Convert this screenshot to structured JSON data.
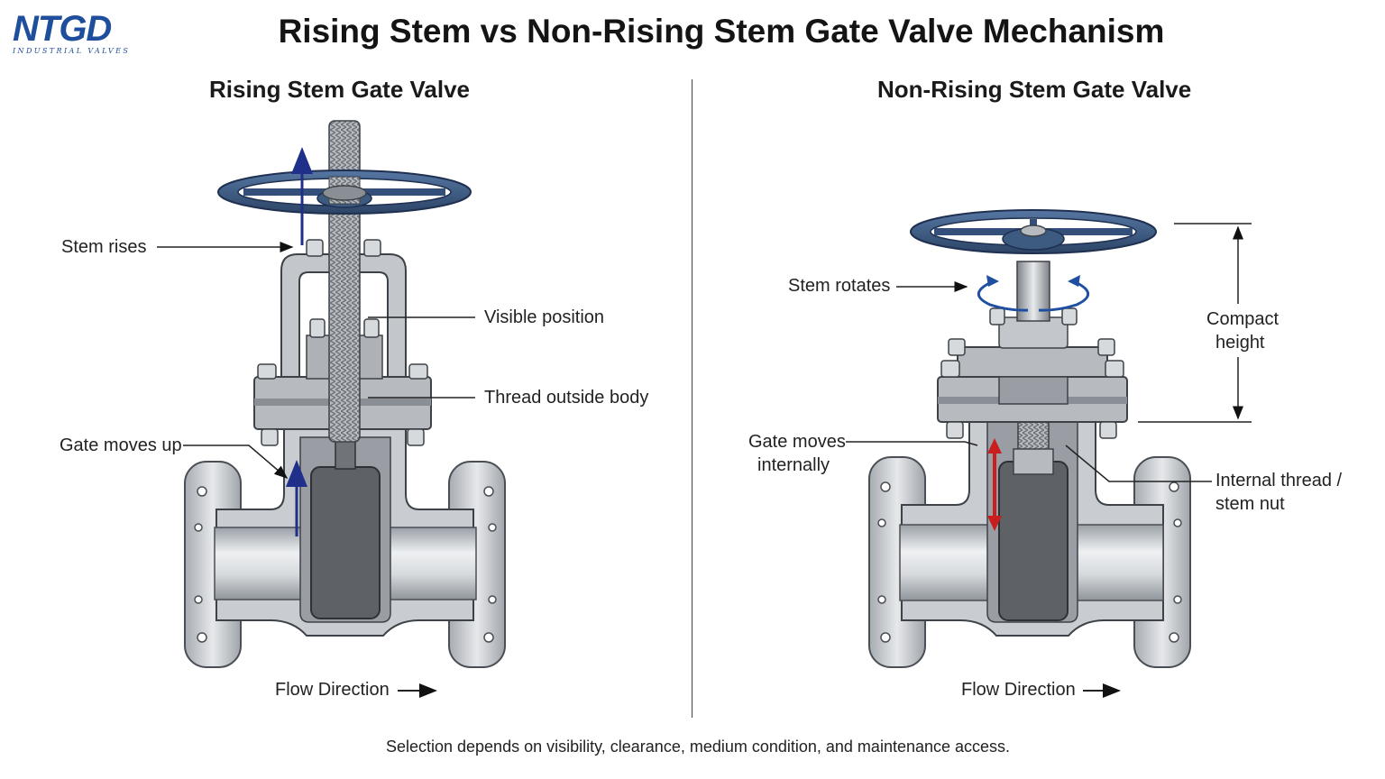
{
  "logo": {
    "brand": "NTGD",
    "tagline": "INDUSTRIAL VALVES",
    "brand_color": "#1f4e9c"
  },
  "title": "Rising Stem vs Non-Rising Stem Gate Valve Mechanism",
  "left_panel": {
    "title": "Rising Stem Gate Valve",
    "labels": {
      "stem_rises": "Stem rises",
      "visible_position": "Visible position",
      "thread_outside": "Thread outside body",
      "gate_moves_up": "Gate moves up",
      "flow_direction": "Flow Direction"
    }
  },
  "right_panel": {
    "title": "Non-Rising Stem Gate Valve",
    "labels": {
      "stem_rotates": "Stem rotates",
      "compact_height_1": "Compact",
      "compact_height_2": "height",
      "gate_moves_1": "Gate moves",
      "gate_moves_2": "internally",
      "internal_thread_1": "Internal thread /",
      "internal_thread_2": "stem nut",
      "flow_direction": "Flow Direction"
    }
  },
  "footer": "Selection depends on visibility, clearance, medium condition, and maintenance access.",
  "colors": {
    "handwheel": "#3d5a80",
    "metal": "#c9ccd0",
    "metal_dark": "#8a8f96",
    "gate": "#5e6166",
    "arrow_blue": "#1f2f8a",
    "arrow_red": "#c81e1e"
  }
}
